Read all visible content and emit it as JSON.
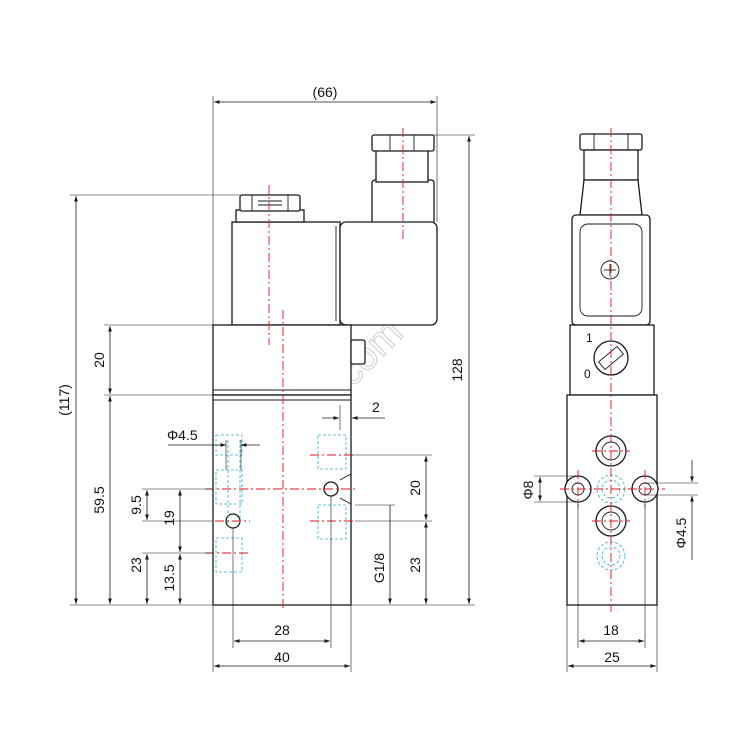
{
  "watermark": "uuyiqi.com",
  "dimensions": {
    "overall_width": "(66)",
    "overall_height": "128",
    "body_height": "(117)",
    "head_block": "20",
    "body_lower": "59.5",
    "port_offset": "2",
    "hole_dia_side": "Φ4.5",
    "port_spacing_right": "20",
    "port_thread": "G1/8",
    "port_bottom_right": "23",
    "pitch_9_5": "9.5",
    "pitch_19": "19",
    "bottom_23": "23",
    "bottom_13_5": "13.5",
    "hole_spacing": "28",
    "body_width": "40",
    "mount_dia": "Φ8",
    "mount_hole": "Φ4.5",
    "end_spacing": "18",
    "end_width": "25"
  },
  "switch_labels": {
    "on": "1",
    "off": "0"
  }
}
